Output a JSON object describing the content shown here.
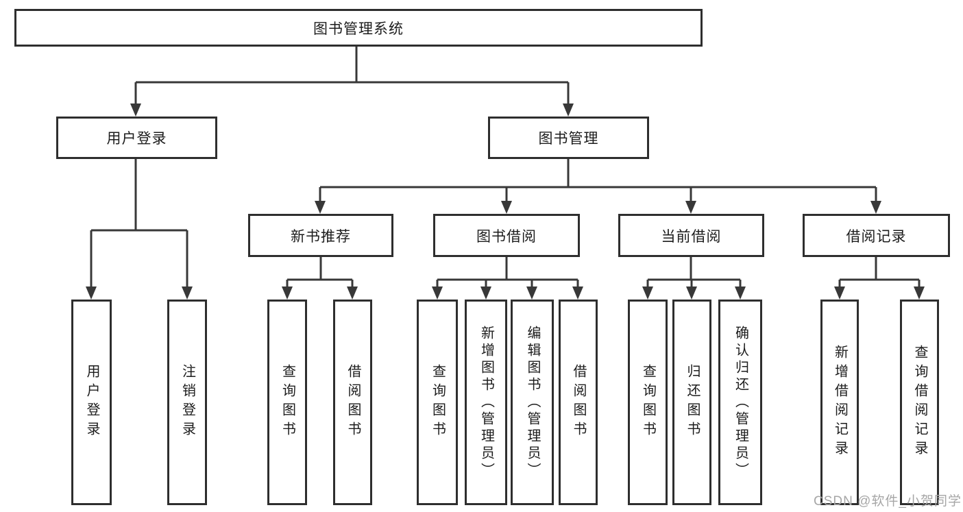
{
  "tree": {
    "root": {
      "label": "图书管理系统"
    },
    "branches": [
      {
        "label": "用户登录",
        "children": [
          {
            "label": "用户登录"
          },
          {
            "label": "注销登录"
          }
        ]
      },
      {
        "label": "图书管理",
        "children": [
          {
            "label": "新书推荐",
            "children": [
              {
                "label": "查询图书"
              },
              {
                "label": "借阅图书"
              }
            ]
          },
          {
            "label": "图书借阅",
            "children": [
              {
                "label": "查询图书"
              },
              {
                "label": "新增图书（管理员）"
              },
              {
                "label": "编辑图书（管理员）"
              },
              {
                "label": "借阅图书"
              }
            ]
          },
          {
            "label": "当前借阅",
            "children": [
              {
                "label": "查询图书"
              },
              {
                "label": "归还图书"
              },
              {
                "label": "确认归还（管理员）"
              }
            ]
          },
          {
            "label": "借阅记录",
            "children": [
              {
                "label": "新增借阅记录"
              },
              {
                "label": "查询借阅记录"
              }
            ]
          }
        ]
      }
    ]
  },
  "watermark": {
    "text": "CSDN @软件_小贺同学"
  },
  "colors": {
    "line": "#383838",
    "box_border": "#2e2e2e",
    "text": "#1c1c1c",
    "background": "#ffffff",
    "watermark": "#a6a6a6"
  }
}
